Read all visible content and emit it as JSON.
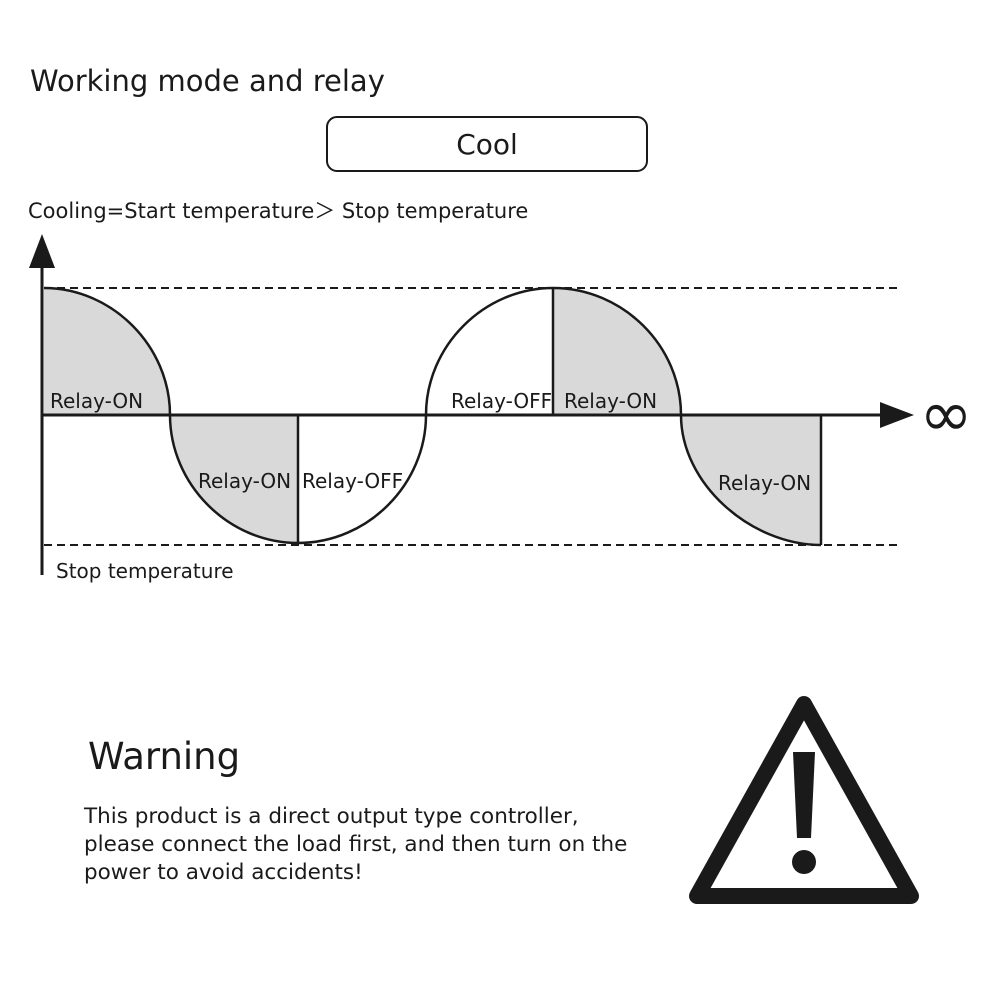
{
  "title": "Working mode and relay",
  "mode": {
    "label": "Cool"
  },
  "cooling_rule": "Cooling=Start temperature＞ Stop temperature",
  "diagram": {
    "x_axis_symbol": "∞",
    "stop_temperature_label": "Stop temperature",
    "relay_labels": [
      "Relay-ON",
      "Relay-ON",
      "Relay-OFF",
      "Relay-OFF",
      "Relay-ON",
      "Relay-ON"
    ]
  },
  "warning": {
    "title": "Warning",
    "lines": [
      "This product is a direct output type controller,",
      "please connect the load first, and then turn on the",
      "power to avoid accidents!"
    ],
    "icon": "warning-triangle-icon"
  }
}
